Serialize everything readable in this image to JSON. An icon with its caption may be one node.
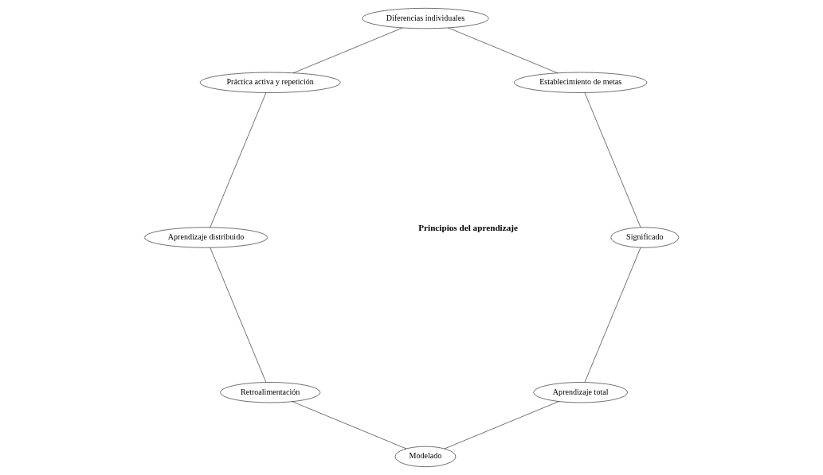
{
  "diagram": {
    "nodes": [
      {
        "text": [
          "Aprendizaje total"
        ]
      },
      {
        "text": [
          "Modelado"
        ]
      },
      {
        "text": [
          "Retroalimentación"
        ]
      },
      {
        "text": [
          "Aprendizaje distribuido"
        ]
      },
      {
        "text": [
          "Práctica activa y repetición"
        ]
      },
      {
        "text": [
          "Diferencias individuales"
        ]
      },
      {
        "text": [
          "Establecimiento de metas"
        ]
      },
      {
        "text": [
          "Significado"
        ]
      }
    ],
    "edges": [
      {
        "from": 0,
        "to": 1,
        "arrow": "none"
      },
      {
        "from": 1,
        "to": 2,
        "arrow": "none"
      },
      {
        "from": 2,
        "to": 3,
        "arrow": "none"
      },
      {
        "from": 3,
        "to": 4,
        "arrow": "none"
      },
      {
        "from": 4,
        "to": 5,
        "arrow": "none"
      },
      {
        "from": 5,
        "to": 6,
        "arrow": "none"
      },
      {
        "from": 6,
        "to": 7,
        "arrow": "none"
      },
      {
        "from": 7,
        "to": 0,
        "arrow": "none"
      }
    ],
    "labels": [
      "Principios del aprendizaje"
    ]
  }
}
